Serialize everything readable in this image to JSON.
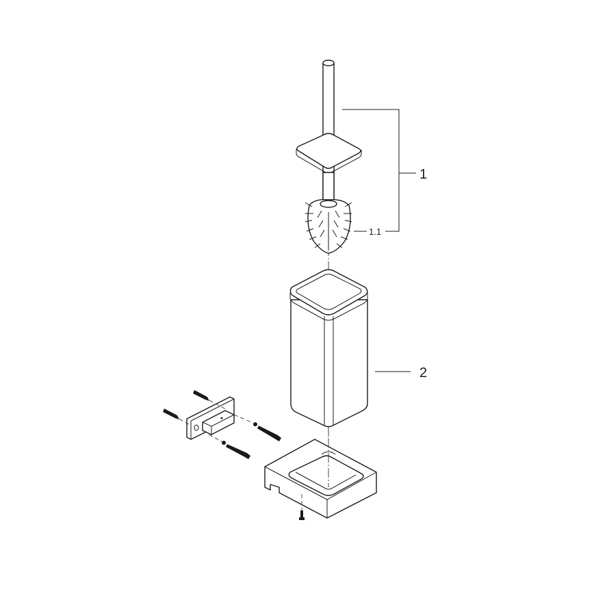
{
  "callouts": {
    "part_1": "1",
    "part_1_1": "1.1",
    "part_2": "2"
  },
  "line_color": "#1a1a1a"
}
